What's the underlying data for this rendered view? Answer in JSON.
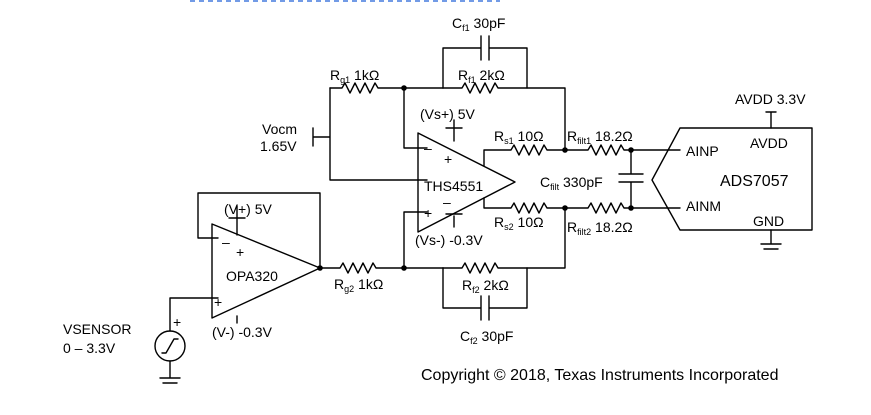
{
  "components": {
    "cf1": {
      "base": "C",
      "sub": "f1",
      "value": " 30pF"
    },
    "rg1": {
      "base": "R",
      "sub": "g1",
      "value": " 1kΩ"
    },
    "rf1": {
      "base": "R",
      "sub": "f1",
      "value": " 2kΩ"
    },
    "vocm": {
      "name": "Vocm",
      "value": "1.65V"
    },
    "vsplus_amp": "(Vs+) 5V",
    "vsminus_amp": "(Vs-) -0.3V",
    "ths4551": "THS4551",
    "rs1": {
      "base": "R",
      "sub": "s1",
      "value": " 10Ω"
    },
    "rs2": {
      "base": "R",
      "sub": "s2",
      "value": " 10Ω"
    },
    "rfilt1": {
      "base": "R",
      "sub": "filt1",
      "value": " 18.2Ω"
    },
    "rfilt2": {
      "base": "R",
      "sub": "filt2",
      "value": " 18.2Ω"
    },
    "cfilt": {
      "base": "C",
      "sub": "filt",
      "value": " 330pF"
    },
    "ads7057": {
      "name": "ADS7057",
      "ainp": "AINP",
      "ainm": "AINM",
      "avdd": "AVDD",
      "gnd": "GND"
    },
    "avdd_supply": "AVDD 3.3V",
    "opa320": "OPA320",
    "vplus_opa": "(V+) 5V",
    "vminus_opa": "(V-) -0.3V",
    "rg2": {
      "base": "R",
      "sub": "g2",
      "value": " 1kΩ"
    },
    "rf2": {
      "base": "R",
      "sub": "f2",
      "value": " 2kΩ"
    },
    "cf2": {
      "base": "C",
      "sub": "f2",
      "value": " 30pF"
    },
    "vsensor": {
      "name": "VSENSOR",
      "range": "0 – 3.3V"
    }
  },
  "copyright": "Copyright © 2018, Texas Instruments Incorporated",
  "colors": {
    "ink": "#000000",
    "link_fragment": "#1f5fd6"
  }
}
